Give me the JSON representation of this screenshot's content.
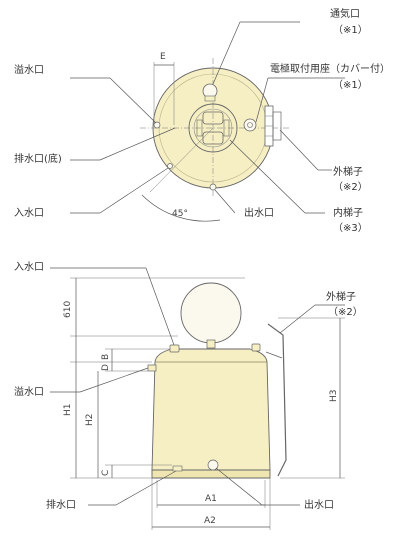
{
  "colors": {
    "tank_fill": "#f6efc4",
    "tank_shade": "#efe5b0",
    "ball_fill": "#fbf8ee",
    "line": "#5a5a5a",
    "text": "#333333"
  },
  "top_view": {
    "vent": "通気口",
    "vent_note": "（※1）",
    "electrode_seat": "電極取付用座（カバー付）",
    "electrode_note": "（※1）",
    "overflow": "溢水口",
    "drain": "排水口(底)",
    "inlet": "入水口",
    "outlet": "出水口",
    "ext_ladder": "外梯子",
    "ext_ladder_note": "（※2）",
    "int_ladder": "内梯子",
    "int_ladder_note": "（※3）",
    "dim_e": "E",
    "angle": "45°"
  },
  "side_view": {
    "inlet": "入水口",
    "ext_ladder": "外梯子",
    "ext_ladder_note": "（※2）",
    "overflow": "溢水口",
    "drain": "排水口",
    "outlet": "出水口",
    "dim_610": "610",
    "dim_b": "B",
    "dim_d": "D",
    "dim_h1": "H1",
    "dim_h2": "H2",
    "dim_h3": "H3",
    "dim_c": "C",
    "dim_a1": "A1",
    "dim_a2": "A2"
  }
}
